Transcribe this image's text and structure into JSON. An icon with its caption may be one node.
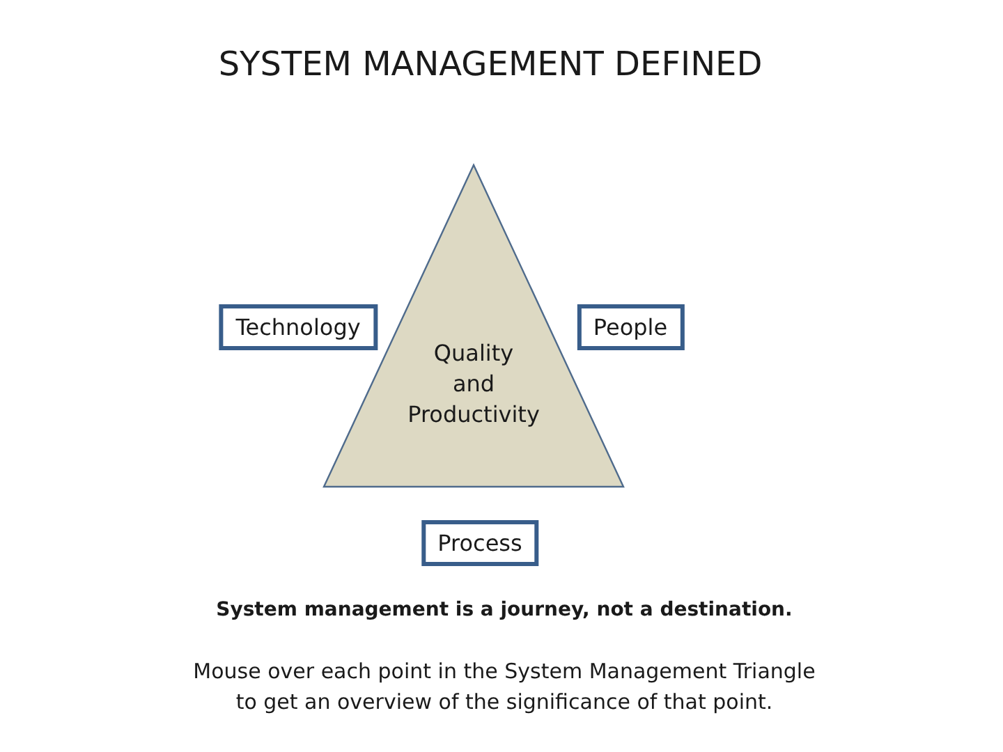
{
  "diagram": {
    "title": "SYSTEM MANAGEMENT DEFINED",
    "nodes": [
      {
        "text": [
          "Technology"
        ]
      },
      {
        "text": [
          "Quality and Productivity"
        ]
      },
      {
        "text": [
          "People"
        ]
      },
      {
        "text": [
          "Process"
        ]
      }
    ],
    "labels": [
      "System management is a journey, not a destination.",
      "Mouse over each point in the System Management Triangle to get an overview of the significance of that point."
    ]
  }
}
